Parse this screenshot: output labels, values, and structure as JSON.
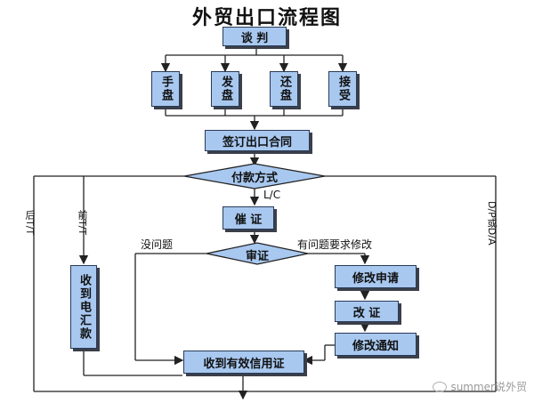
{
  "title": "外贸出口流程图",
  "nodes": {
    "negotiation": "谈 判",
    "trial_order": "手盘",
    "offer": "发盘",
    "counter_offer": "还盘",
    "acceptance": "接受",
    "sign_contract": "签订出口合同",
    "payment_method": "付款方式",
    "urge_lc": "催 证",
    "review_lc": "审证",
    "receive_tt": "收到电汇款",
    "amend_request": "修改申请",
    "amend_lc": "改 证",
    "amend_notice": "修改通知",
    "receive_valid_lc": "收到有效信用证"
  },
  "labels": {
    "lc": "L/C",
    "no_problem": "没问题",
    "problem_amend": "有问题要求修改",
    "post_tt": "后T/T",
    "pre_tt": "前T/T",
    "dp_da": "D/P或D/A"
  },
  "watermark": "summer说外贸",
  "colors": {
    "box": "#a8c8f0",
    "line": "#222222",
    "shadow": "#3a3f4a"
  }
}
